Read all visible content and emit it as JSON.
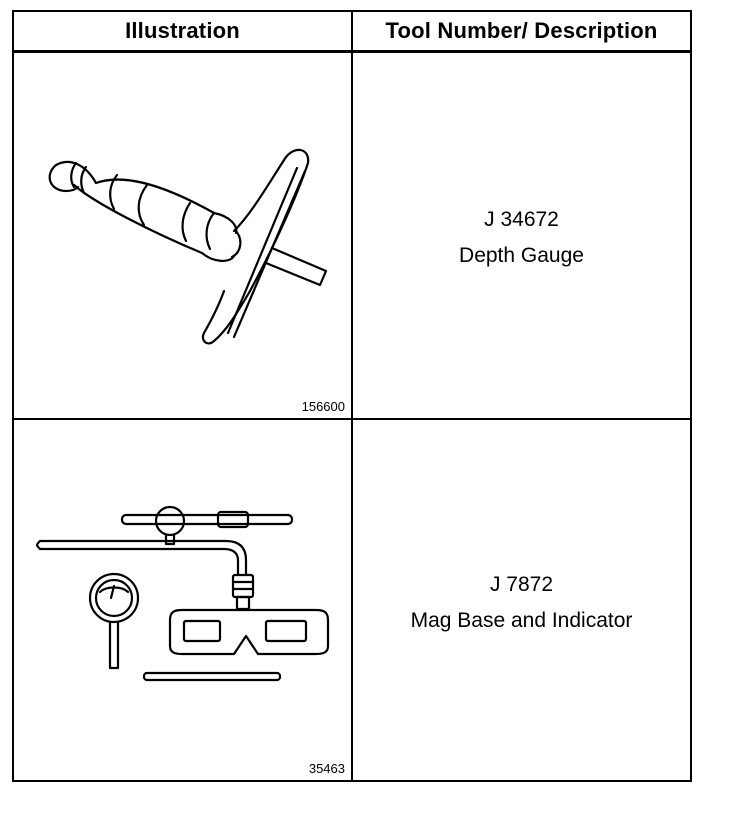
{
  "table": {
    "headers": [
      "Illustration",
      "Tool Number/ Description"
    ],
    "rows": [
      {
        "figure_number": "156600",
        "tool_number": "J 34672",
        "description": "Depth Gauge",
        "icon": "depth-gauge-icon"
      },
      {
        "figure_number": "35463",
        "tool_number": "J 7872",
        "description": "Mag Base and Indicator",
        "icon": "mag-base-indicator-icon"
      }
    ]
  }
}
